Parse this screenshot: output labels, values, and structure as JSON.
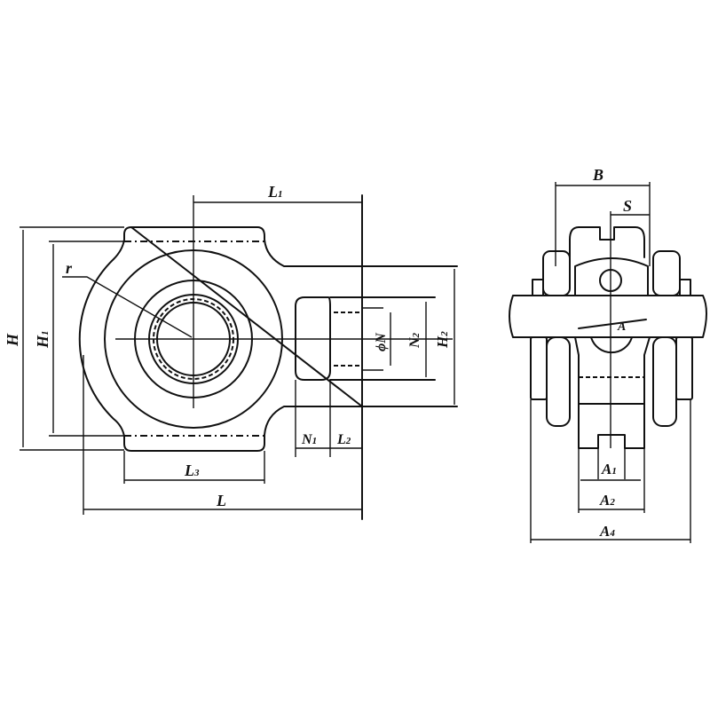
{
  "drawing": {
    "title": "Take-up bearing unit dimension drawing",
    "front_view": {
      "labels": {
        "L1": {
          "main": "L",
          "sub": "1"
        },
        "L": {
          "main": "L",
          "sub": ""
        },
        "L3": {
          "main": "L",
          "sub": "3"
        },
        "L2": {
          "main": "L",
          "sub": "2"
        },
        "N1": {
          "main": "N",
          "sub": "1"
        },
        "N2": {
          "main": "N",
          "sub": "2"
        },
        "phiN": {
          "main": "ϕN",
          "sub": ""
        },
        "H": {
          "main": "H",
          "sub": ""
        },
        "H1": {
          "main": "H",
          "sub": "1"
        },
        "H2": {
          "main": "H",
          "sub": "2"
        },
        "r": {
          "main": "r",
          "sub": ""
        }
      }
    },
    "side_view": {
      "labels": {
        "B": {
          "main": "B",
          "sub": ""
        },
        "S": {
          "main": "S",
          "sub": ""
        },
        "A": {
          "main": "A",
          "sub": ""
        },
        "A1": {
          "main": "A",
          "sub": "1"
        },
        "A2": {
          "main": "A",
          "sub": "2"
        },
        "A4": {
          "main": "A",
          "sub": "4"
        }
      }
    },
    "colors": {
      "line": "#111111",
      "background": "#ffffff"
    }
  }
}
